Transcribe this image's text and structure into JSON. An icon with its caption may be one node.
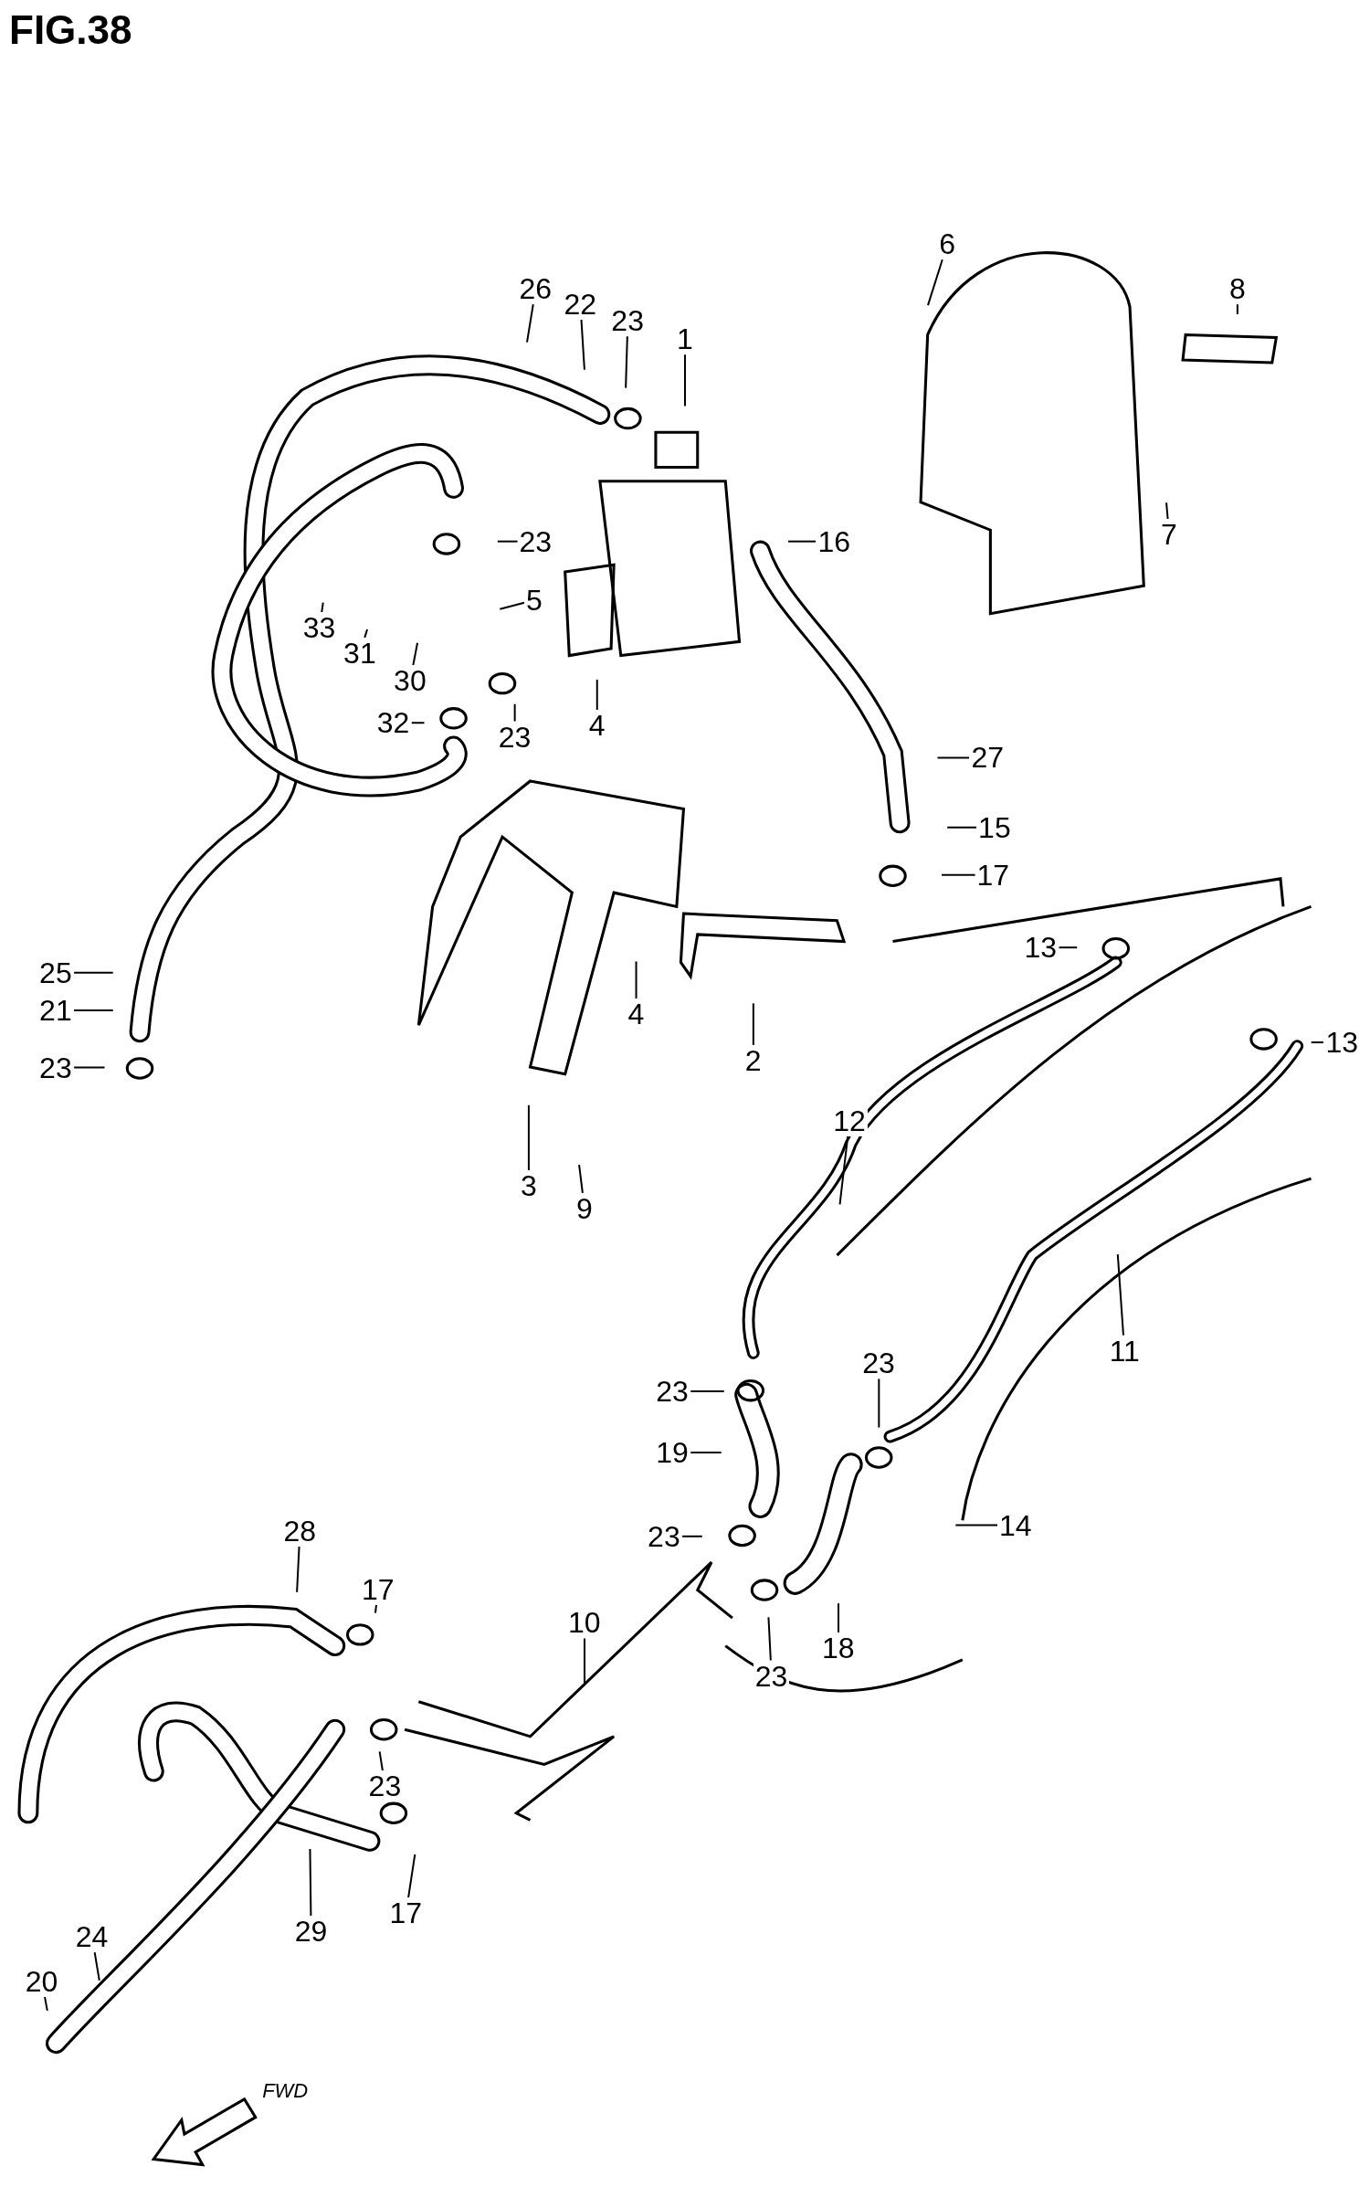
{
  "diagram": {
    "title": "FIG.38",
    "nodes": [
      {
        "text": [
          "6"
        ]
      },
      {
        "text": [
          "8"
        ]
      },
      {
        "text": [
          "26"
        ]
      },
      {
        "text": [
          "22"
        ]
      },
      {
        "text": [
          "23"
        ]
      },
      {
        "text": [
          "1"
        ]
      },
      {
        "text": [
          "7"
        ]
      },
      {
        "text": [
          "23"
        ]
      },
      {
        "text": [
          "16"
        ]
      },
      {
        "text": [
          "5"
        ]
      },
      {
        "text": [
          "33"
        ]
      },
      {
        "text": [
          "31"
        ]
      },
      {
        "text": [
          "30"
        ]
      },
      {
        "text": [
          "4"
        ]
      },
      {
        "text": [
          "32"
        ]
      },
      {
        "text": [
          "23"
        ]
      },
      {
        "text": [
          "27"
        ]
      },
      {
        "text": [
          "15"
        ]
      },
      {
        "text": [
          "17"
        ]
      },
      {
        "text": [
          "13"
        ]
      },
      {
        "text": [
          "25"
        ]
      },
      {
        "text": [
          "21"
        ]
      },
      {
        "text": [
          "4"
        ]
      },
      {
        "text": [
          "13"
        ]
      },
      {
        "text": [
          "2"
        ]
      },
      {
        "text": [
          "23"
        ]
      },
      {
        "text": [
          "3"
        ]
      },
      {
        "text": [
          "9"
        ]
      },
      {
        "text": [
          "12"
        ]
      },
      {
        "text": [
          "11"
        ]
      },
      {
        "text": [
          "23"
        ]
      },
      {
        "text": [
          "23"
        ]
      },
      {
        "text": [
          "19"
        ]
      },
      {
        "text": [
          "14"
        ]
      },
      {
        "text": [
          "28"
        ]
      },
      {
        "text": [
          "23"
        ]
      },
      {
        "text": [
          "17"
        ]
      },
      {
        "text": [
          "10"
        ]
      },
      {
        "text": [
          "18"
        ]
      },
      {
        "text": [
          "23"
        ]
      },
      {
        "text": [
          "23"
        ]
      },
      {
        "text": [
          "29"
        ]
      },
      {
        "text": [
          "17"
        ]
      },
      {
        "text": [
          "24"
        ]
      },
      {
        "text": [
          "20"
        ]
      }
    ],
    "edges": [
      {
        "from": 0,
        "to": null,
        "arrow": "none"
      },
      {
        "from": 1,
        "to": null,
        "arrow": "none"
      },
      {
        "from": 2,
        "to": null,
        "arrow": "none"
      },
      {
        "from": 3,
        "to": null,
        "arrow": "none"
      },
      {
        "from": 4,
        "to": null,
        "arrow": "none"
      },
      {
        "from": 5,
        "to": null,
        "arrow": "none"
      },
      {
        "from": 6,
        "to": null,
        "arrow": "none"
      },
      {
        "from": 7,
        "to": null,
        "arrow": "none"
      },
      {
        "from": 8,
        "to": null,
        "arrow": "none"
      },
      {
        "from": 9,
        "to": null,
        "arrow": "none"
      },
      {
        "from": 10,
        "to": null,
        "arrow": "none"
      },
      {
        "from": 11,
        "to": null,
        "arrow": "none"
      },
      {
        "from": 12,
        "to": null,
        "arrow": "none"
      },
      {
        "from": 13,
        "to": null,
        "arrow": "none"
      },
      {
        "from": 14,
        "to": null,
        "arrow": "none"
      },
      {
        "from": 15,
        "to": null,
        "arrow": "none"
      },
      {
        "from": 16,
        "to": null,
        "arrow": "none"
      },
      {
        "from": 17,
        "to": null,
        "arrow": "none"
      },
      {
        "from": 18,
        "to": null,
        "arrow": "none"
      },
      {
        "from": 19,
        "to": null,
        "arrow": "none"
      },
      {
        "from": 20,
        "to": null,
        "arrow": "none"
      },
      {
        "from": 21,
        "to": null,
        "arrow": "none"
      },
      {
        "from": 22,
        "to": null,
        "arrow": "none"
      },
      {
        "from": 23,
        "to": null,
        "arrow": "none"
      },
      {
        "from": 24,
        "to": null,
        "arrow": "none"
      },
      {
        "from": 25,
        "to": null,
        "arrow": "none"
      },
      {
        "from": 26,
        "to": null,
        "arrow": "none"
      },
      {
        "from": 27,
        "to": null,
        "arrow": "none"
      },
      {
        "from": 28,
        "to": null,
        "arrow": "none"
      },
      {
        "from": 29,
        "to": null,
        "arrow": "none"
      },
      {
        "from": 30,
        "to": null,
        "arrow": "none"
      },
      {
        "from": 31,
        "to": null,
        "arrow": "none"
      },
      {
        "from": 32,
        "to": null,
        "arrow": "none"
      },
      {
        "from": 33,
        "to": null,
        "arrow": "none"
      },
      {
        "from": 34,
        "to": null,
        "arrow": "none"
      },
      {
        "from": 35,
        "to": null,
        "arrow": "none"
      },
      {
        "from": 36,
        "to": null,
        "arrow": "none"
      },
      {
        "from": 37,
        "to": null,
        "arrow": "none"
      },
      {
        "from": 38,
        "to": null,
        "arrow": "none"
      },
      {
        "from": 39,
        "to": null,
        "arrow": "none"
      },
      {
        "from": 40,
        "to": null,
        "arrow": "none"
      },
      {
        "from": 41,
        "to": null,
        "arrow": "none"
      },
      {
        "from": 42,
        "to": null,
        "arrow": "none"
      },
      {
        "from": 43,
        "to": null,
        "arrow": "none"
      },
      {
        "from": 44,
        "to": null,
        "arrow": "none"
      }
    ],
    "labels": [
      "FWD"
    ]
  }
}
